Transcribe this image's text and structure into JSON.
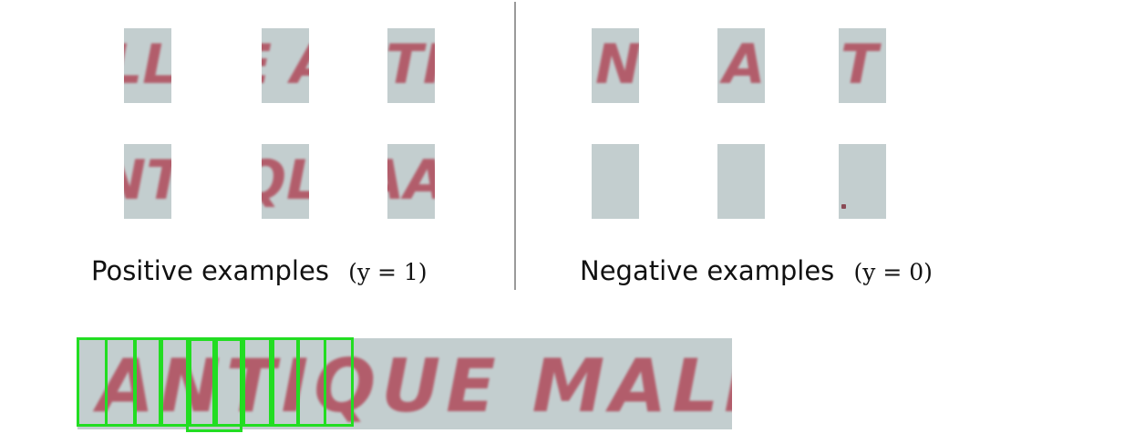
{
  "positive_caption": {
    "text": "Positive examples",
    "math": "(y = 1)"
  },
  "negative_caption": {
    "text": "Negative examples",
    "math": "(y = 0)"
  },
  "positive_patches": [
    {
      "glyphs": "LL"
    },
    {
      "glyphs": "E A"
    },
    {
      "glyphs": "TI"
    },
    {
      "glyphs": "NT"
    },
    {
      "glyphs": "QL"
    },
    {
      "glyphs": "AA"
    }
  ],
  "negative_patches": [
    {
      "glyphs": "N"
    },
    {
      "glyphs": "A"
    },
    {
      "glyphs": "T"
    },
    {
      "glyphs": ""
    },
    {
      "glyphs": ""
    },
    {
      "glyphs": ""
    }
  ],
  "text_strip": {
    "glyphs": "ANTIQUE MALL"
  },
  "colors": {
    "patch_background": "#c3cecf",
    "glyph_color": "#b04a5a",
    "window_border": "#22dd22",
    "divider": "#9a9a9a"
  }
}
